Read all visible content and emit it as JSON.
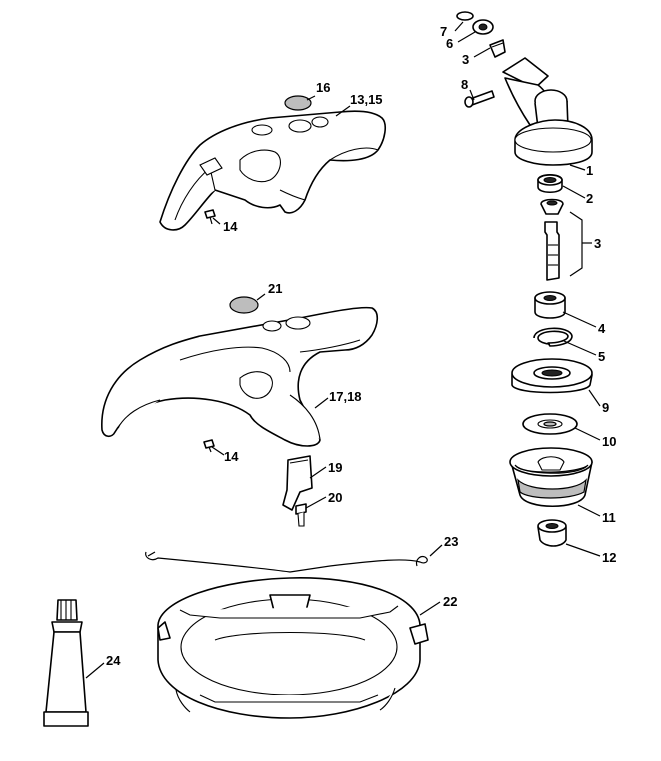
{
  "labels": {
    "p1": "1",
    "p2": "2",
    "p3a": "3",
    "p3b": "3",
    "p4": "4",
    "p5": "5",
    "p6": "6",
    "p7": "7",
    "p8": "8",
    "p9": "9",
    "p10": "10",
    "p11": "11",
    "p12": "12",
    "p13_15": "13,15",
    "p14a": "14",
    "p14b": "14",
    "p16": "16",
    "p17_18": "17,18",
    "p19": "19",
    "p20": "20",
    "p21": "21",
    "p22": "22",
    "p23": "23",
    "p24": "24"
  },
  "colors": {
    "line": "#000000",
    "background": "#ffffff",
    "shade": "#222222",
    "tint": "#bdbdbd"
  }
}
